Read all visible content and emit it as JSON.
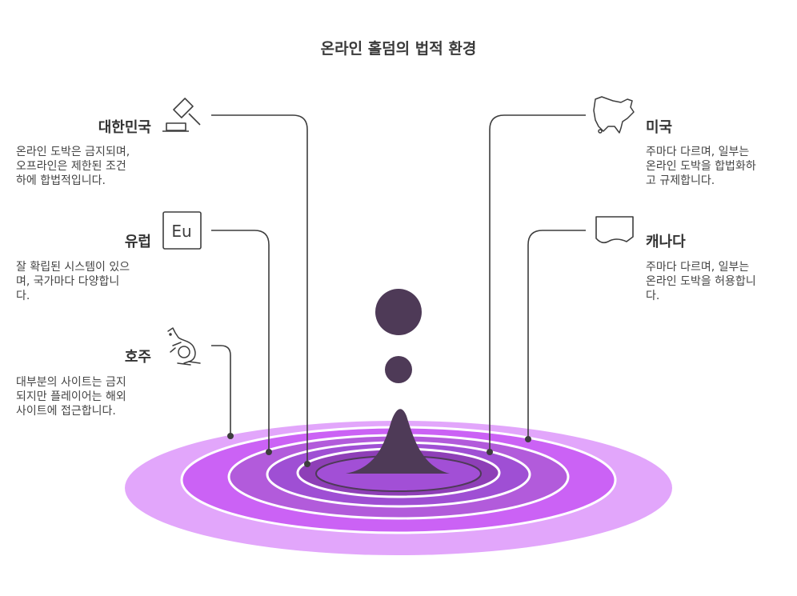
{
  "title": "온라인 홀덤의 법적 환경",
  "colors": {
    "ring_outer": "#e2a6fb",
    "ring_2": "#cb62f5",
    "ring_3": "#b25bdb",
    "ring_4": "#9f4fd4",
    "ring_5": "#8e3fb7",
    "center": "#4e3a57",
    "line": "#3d3d3d"
  },
  "items": {
    "korea": {
      "label": "대한민국",
      "desc": "온라인 도박은 금지되며,\n오프라인은 제한된 조건\n하에 합법적입니다.",
      "icon": "gavel-icon"
    },
    "europe": {
      "label": "유럽",
      "desc": "잘 확립된 시스템이 있으\n며, 국가마다 다양합니\n다.",
      "icon": "eu-icon",
      "icon_text": "Eu"
    },
    "australia": {
      "label": "호주",
      "desc": "대부분의 사이트는 금지\n되지만 플레이어는 해외\n사이트에 접근합니다.",
      "icon": "kangaroo-icon"
    },
    "usa": {
      "label": "미국",
      "desc": "주마다 다르며, 일부는\n온라인 도박을 합법화하\n고 규제합니다.",
      "icon": "usa-map-icon"
    },
    "canada": {
      "label": "캐나다",
      "desc": "주마다 다르며, 일부는\n온라인 도박을 허용합니\n다.",
      "icon": "document-icon"
    }
  }
}
